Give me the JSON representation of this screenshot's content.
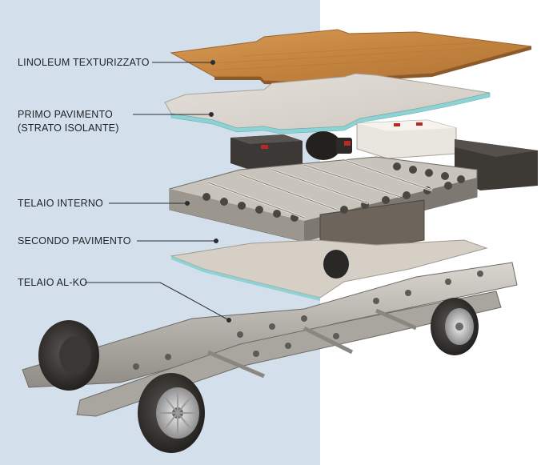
{
  "diagram": {
    "labels": {
      "linoleum": "LINOLEUM TEXTURIZZATO",
      "primo_line1": "PRIMO PAVIMENTO",
      "primo_line2": "(STRATO ISOLANTE)",
      "telaio_interno": "TELAIO INTERNO",
      "secondo_pavimento": "SECONDO PAVIMENTO",
      "telaio_alko": "TELAIO AL-KO"
    }
  },
  "colors": {
    "background_left": "#d3dfeb",
    "background_right": "#ffffff",
    "wood": "#c98a45",
    "insulation": "#d9d4cc",
    "glass_edge": "#7fc6c8",
    "steel": "#b7b4ae",
    "dark_box": "#3b3835",
    "tire": "#2a2826",
    "label_text": "#1d2126"
  }
}
